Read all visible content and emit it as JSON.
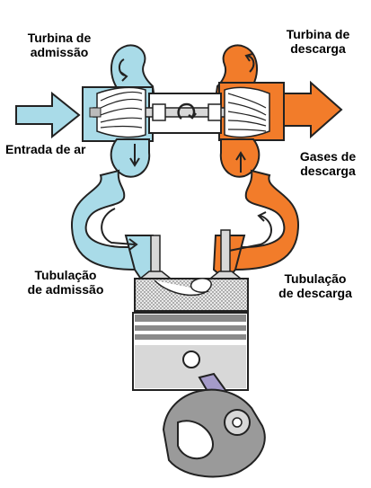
{
  "labels": {
    "intake_turbine": [
      "Turbina de",
      "admissão"
    ],
    "exhaust_turbine": [
      "Turbina de",
      "descarga"
    ],
    "air_inlet": "Entrada de ar",
    "exhaust_gases": [
      "Gases de",
      "descarga"
    ],
    "intake_manifold": [
      "Tubulação",
      "de admissão"
    ],
    "exhaust_manifold": [
      "Tubulação",
      "de descarga"
    ]
  },
  "colors": {
    "intake": "#a9dbe8",
    "exhaust": "#f27c2a",
    "outline": "#222222",
    "metal_light": "#d8d8d8",
    "metal_dark": "#8a8a8a",
    "rod": "#a59bc9",
    "crank": "#9a9a9a"
  }
}
